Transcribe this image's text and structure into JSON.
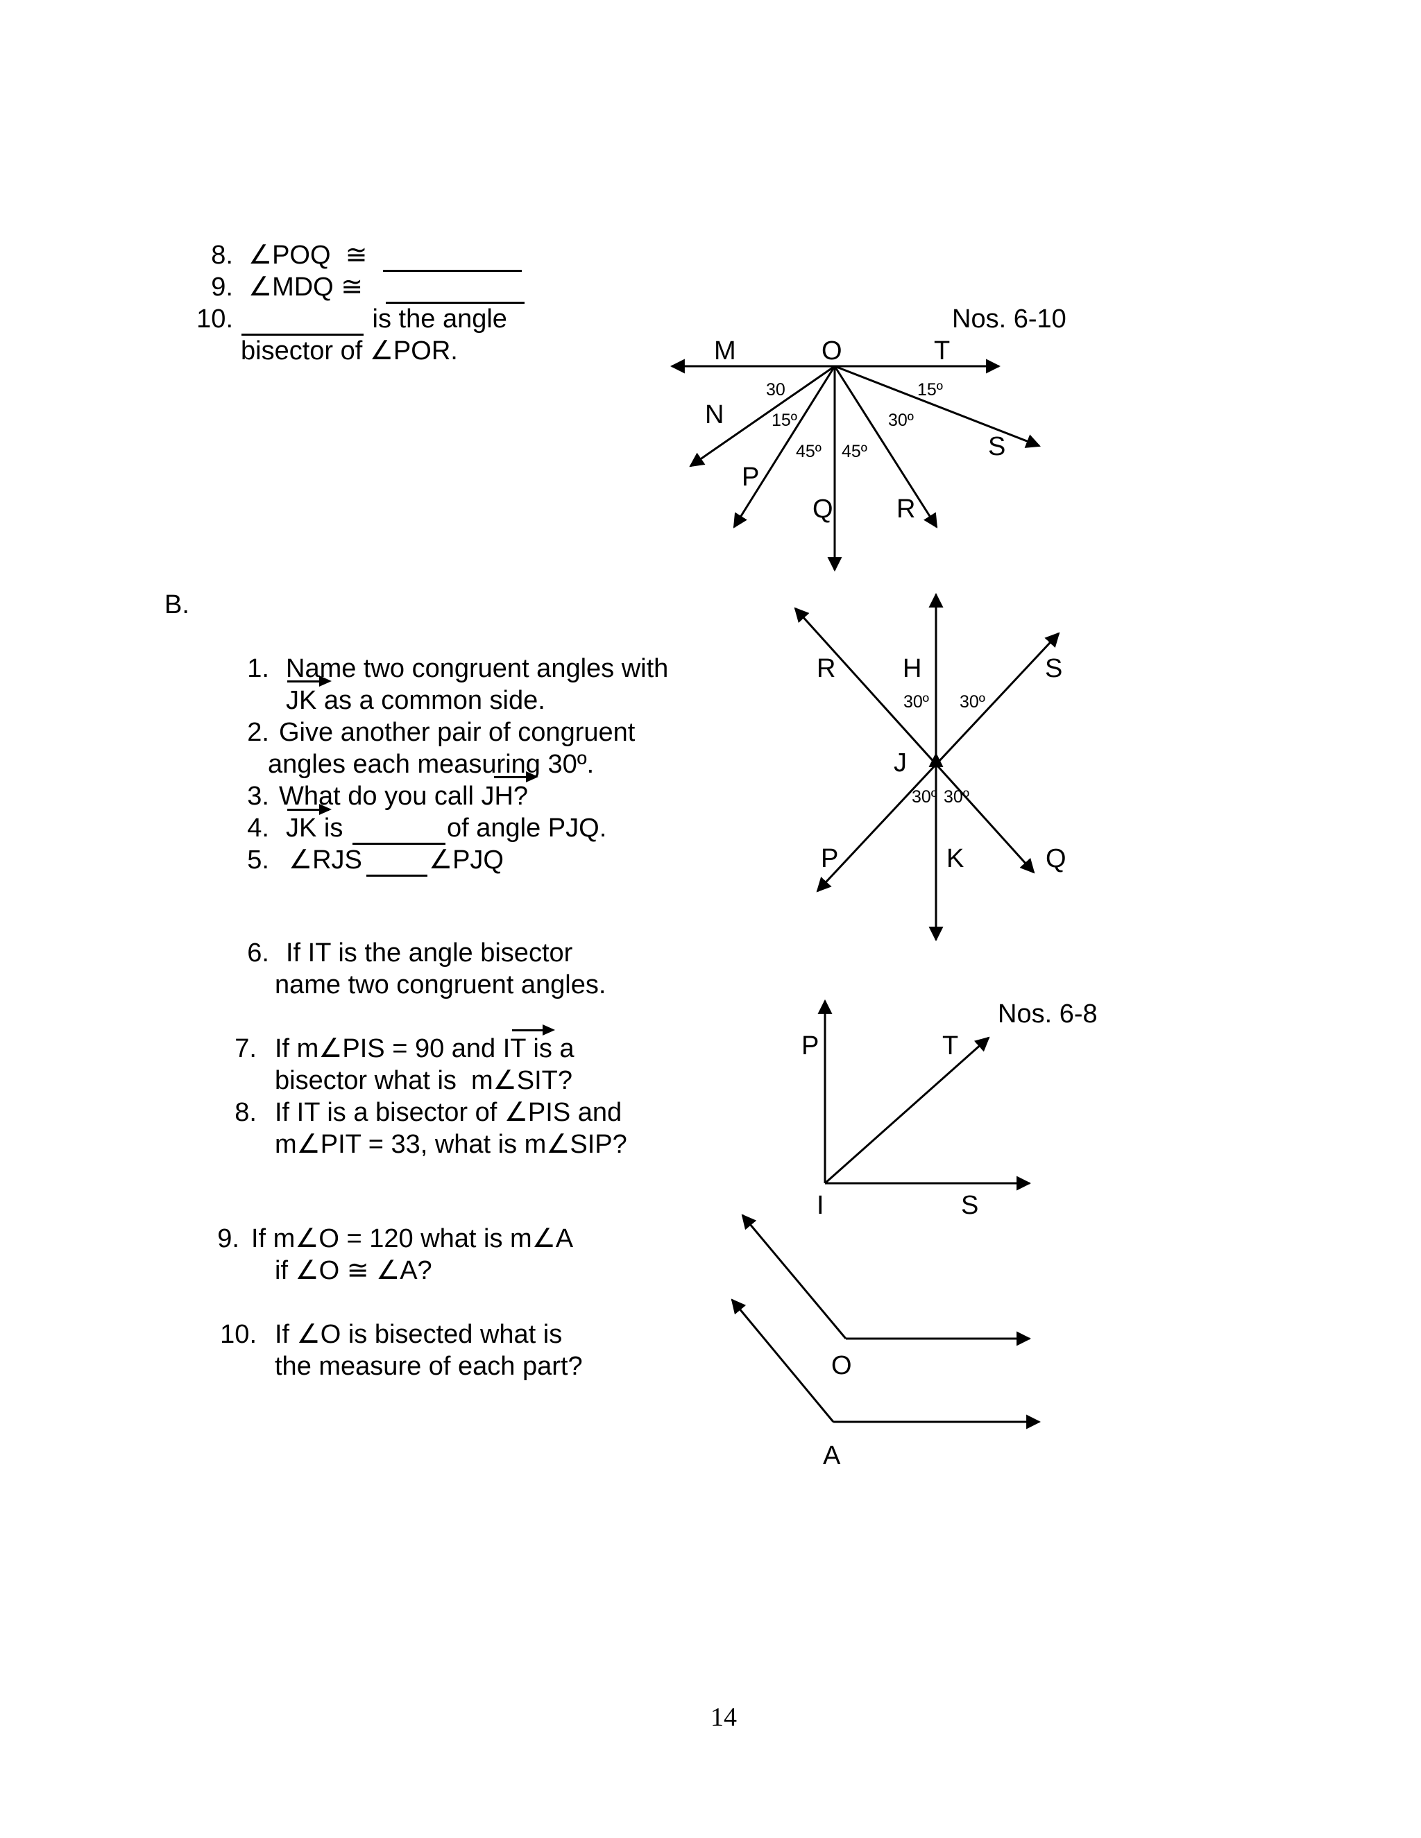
{
  "part_a": {
    "items": [
      {
        "num": "8.",
        "text": "∠POQ  ≅"
      },
      {
        "num": "9.",
        "text": "∠MDQ ≅"
      },
      {
        "num": "10.",
        "text": " is the angle",
        "cont": "bisector of ∠POR."
      }
    ],
    "figure": {
      "caption": "Nos. 6-10",
      "labels": {
        "M": "M",
        "O": "O",
        "T": "T",
        "N": "N",
        "P": "P",
        "Q": "Q",
        "R": "R",
        "S": "S"
      },
      "angles": [
        "30",
        "15º",
        "45º",
        "45º",
        "30º",
        "15º"
      ]
    }
  },
  "part_b": {
    "heading": "B.",
    "items_1_5": [
      {
        "num": "1.",
        "text": "Name two congruent angles with",
        "cont": "JK as a common side."
      },
      {
        "num": "2.",
        "text": "Give another pair of congruent",
        "cont": "angles each measuring 30º."
      },
      {
        "num": "3.",
        "text": "What do you call JH?"
      },
      {
        "num": "4.",
        "text_a": "JK is ",
        "text_b": "of angle PJQ."
      },
      {
        "num": "5.",
        "text_a": "∠RJS",
        "text_b": "∠PJQ"
      }
    ],
    "figure_1": {
      "labels": {
        "R": "R",
        "H": "H",
        "S": "S",
        "J": "J",
        "P": "P",
        "K": "K",
        "Q": "Q"
      },
      "angles": [
        "30º",
        "30º",
        "30º",
        "30º"
      ]
    },
    "items_6_8": [
      {
        "num": "6.",
        "text": "If IT is the angle bisector",
        "cont": "name two congruent angles."
      },
      {
        "num": "7.",
        "text": "If m∠PIS = 90 and IT is a",
        "cont": "bisector what is  m∠SIT?"
      },
      {
        "num": "8.",
        "text": "If IT is a bisector of ∠PIS and",
        "cont": "m∠PIT = 33, what is m∠SIP?"
      }
    ],
    "figure_2": {
      "caption": "Nos. 6-8",
      "labels": {
        "P": "P",
        "T": "T",
        "I": "I",
        "S": "S"
      }
    },
    "items_9_10": [
      {
        "num": "9.",
        "text": "If m∠O = 120 what is m∠A",
        "cont": "if ∠O ≅ ∠A?"
      },
      {
        "num": "10.",
        "text": "If ∠O is bisected what is",
        "cont": "the measure of each part?"
      }
    ],
    "figure_3": {
      "labels": {
        "O": "O",
        "A": "A"
      }
    }
  },
  "page_number": "14"
}
